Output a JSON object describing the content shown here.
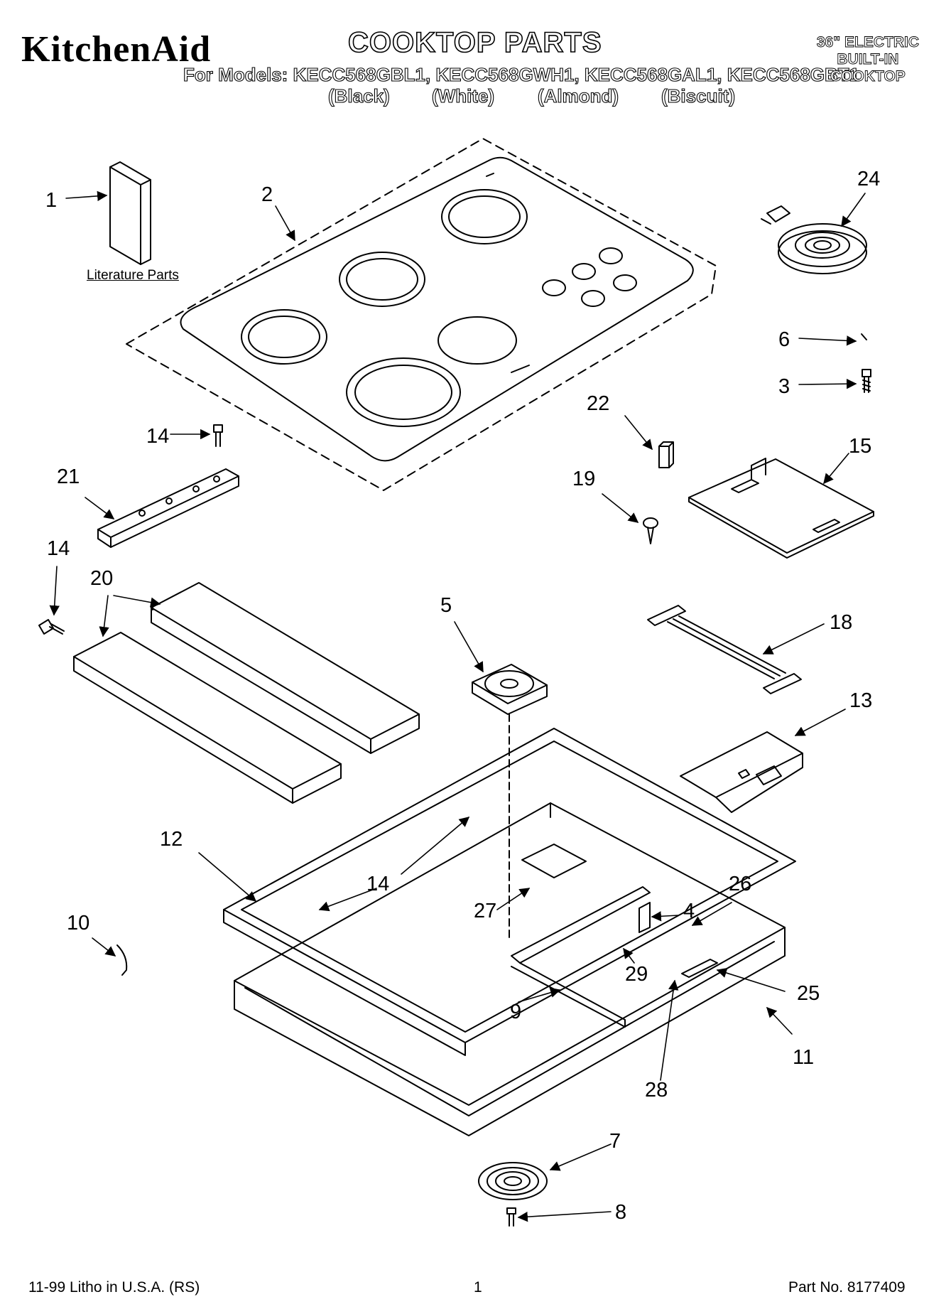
{
  "header": {
    "brand": "KitchenAid",
    "title": "COOKTOP PARTS",
    "models_line": "For Models: KECC568GBL1, KECC568GWH1, KECC568GAL1, KECC568GBT1",
    "colors": [
      "(Black)",
      "(White)",
      "(Almond)",
      "(Biscuit)"
    ],
    "type_lines": [
      "36\" ELECTRIC",
      "BUILT-IN",
      "COOKTOP"
    ]
  },
  "literature_label": "Literature Parts",
  "callouts": [
    "1",
    "2",
    "24",
    "6",
    "3",
    "14",
    "21",
    "22",
    "15",
    "19",
    "14",
    "20",
    "5",
    "18",
    "13",
    "12",
    "14",
    "26",
    "27",
    "4",
    "10",
    "29",
    "25",
    "9",
    "11",
    "28",
    "7",
    "8"
  ],
  "footer": {
    "left": "11-99 Litho in U.S.A. (RS)",
    "center": "1",
    "right": "Part No. 8177409"
  }
}
